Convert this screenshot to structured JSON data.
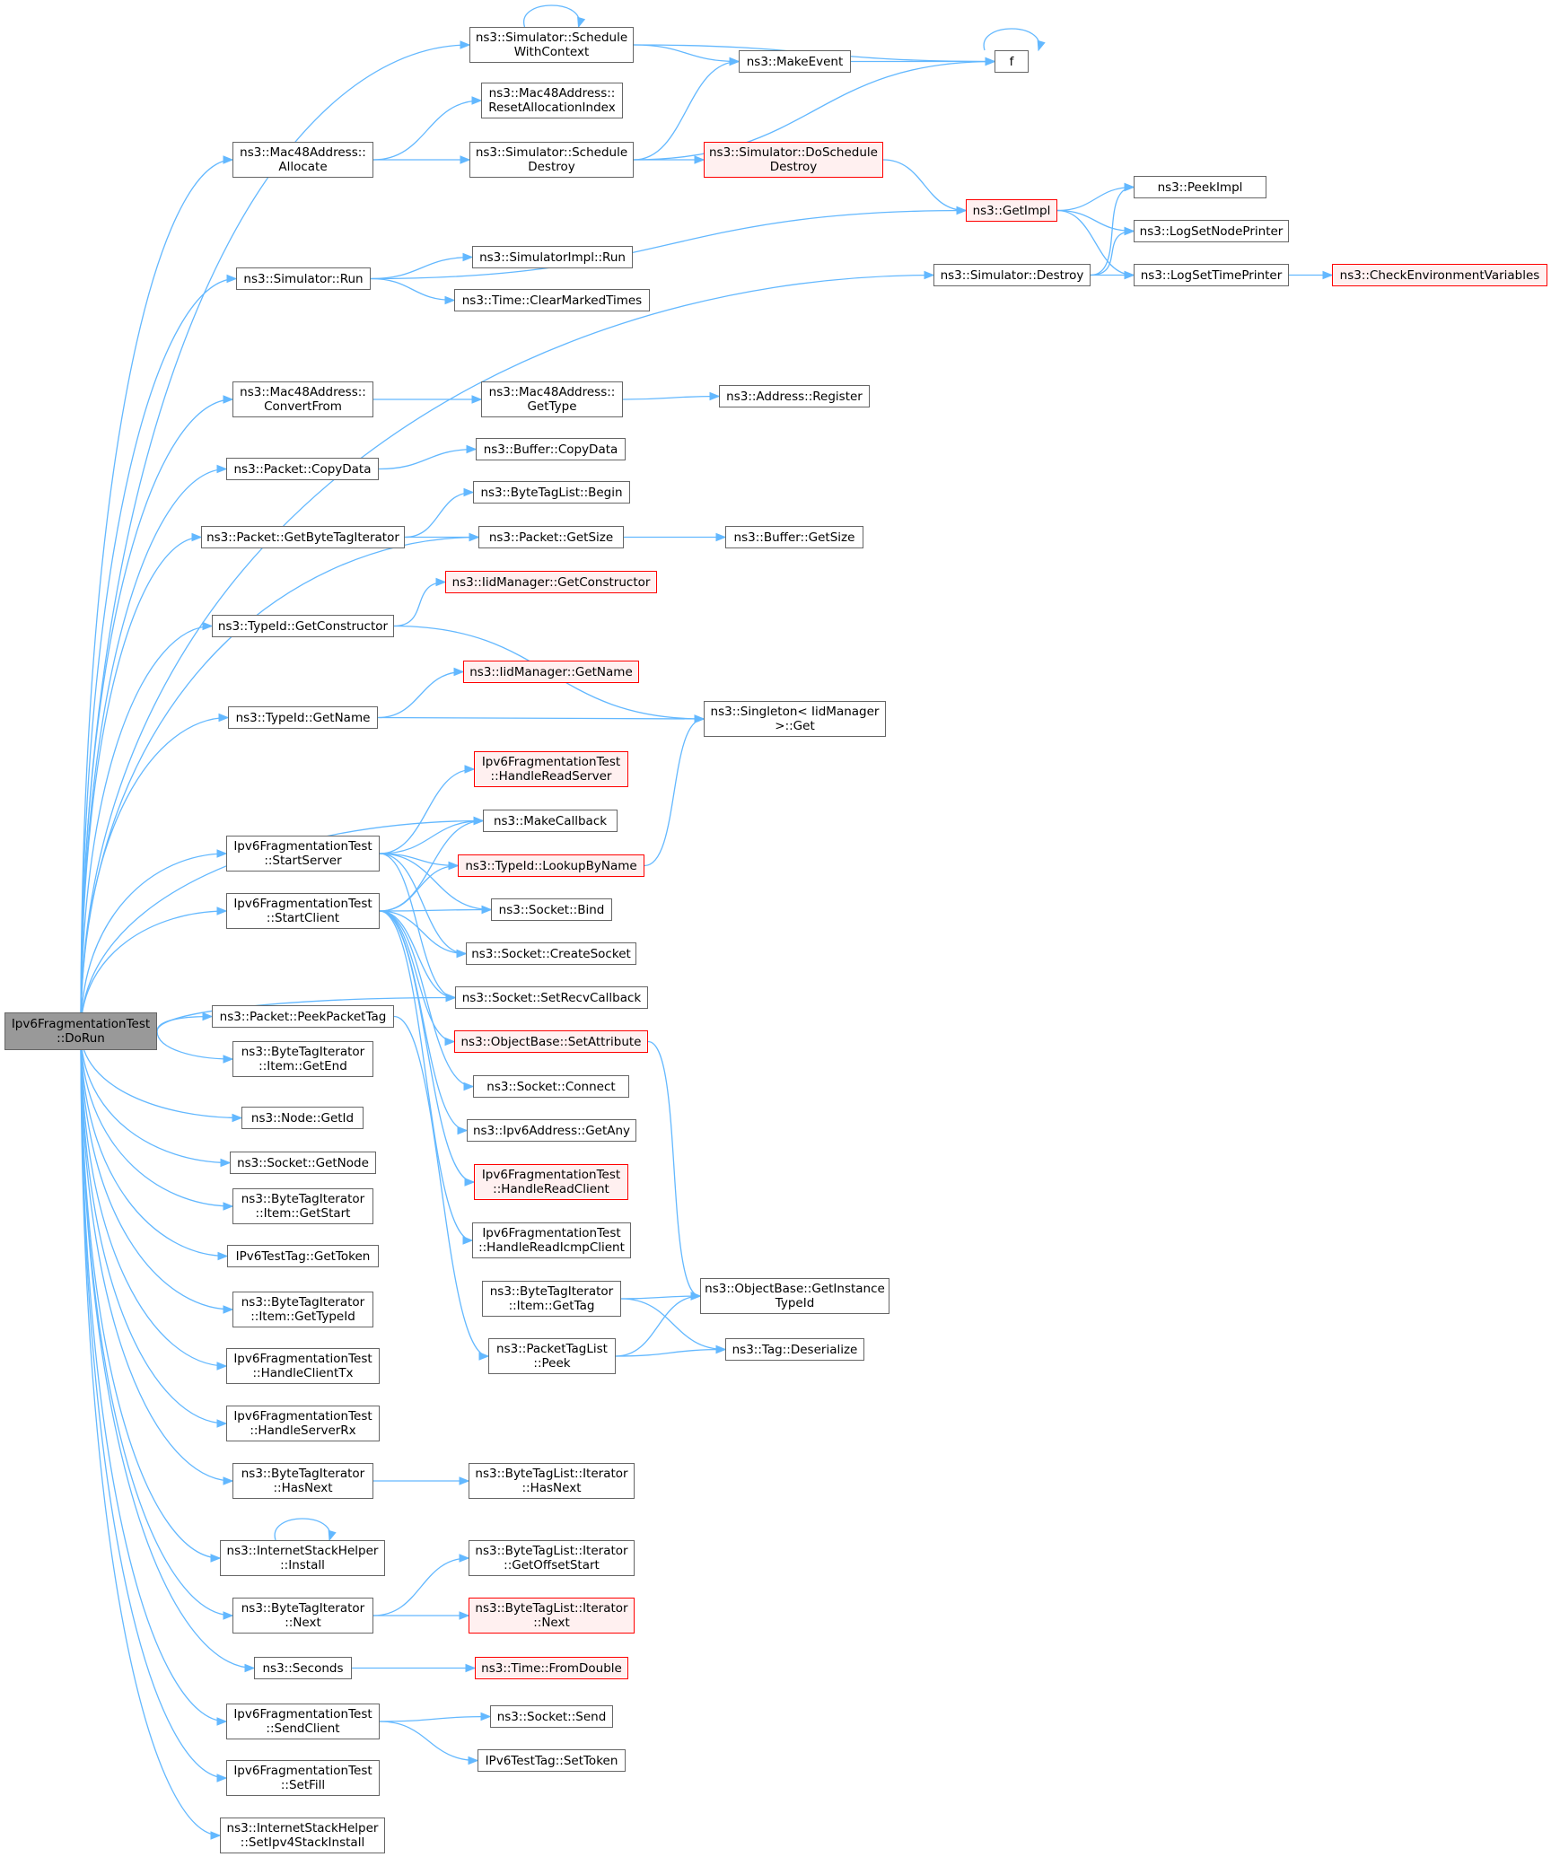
{
  "graph": {
    "root": "DoRun",
    "nodes": {
      "DoRun": {
        "lines": [
          "Ipv6FragmentationTest",
          "::DoRun"
        ],
        "style": "root"
      },
      "ScheduleWithContext": {
        "lines": [
          "ns3::Simulator::Schedule",
          "WithContext"
        ]
      },
      "MakeEvent": {
        "lines": [
          "ns3::MakeEvent"
        ]
      },
      "f": {
        "lines": [
          "f"
        ]
      },
      "ResetAllocationIndex": {
        "lines": [
          "ns3::Mac48Address::",
          "ResetAllocationIndex"
        ]
      },
      "Allocate": {
        "lines": [
          "ns3::Mac48Address::",
          "Allocate"
        ]
      },
      "ScheduleDestroy": {
        "lines": [
          "ns3::Simulator::Schedule",
          "Destroy"
        ]
      },
      "DoScheduleDestroy": {
        "lines": [
          "ns3::Simulator::DoSchedule",
          "Destroy"
        ],
        "style": "red"
      },
      "GetImpl": {
        "lines": [
          "ns3::GetImpl"
        ],
        "style": "red"
      },
      "PeekImpl": {
        "lines": [
          "ns3::PeekImpl"
        ]
      },
      "LogSetNodePrinter": {
        "lines": [
          "ns3::LogSetNodePrinter"
        ]
      },
      "LogSetTimePrinter": {
        "lines": [
          "ns3::LogSetTimePrinter"
        ]
      },
      "CheckEnvironmentVariables": {
        "lines": [
          "ns3::CheckEnvironmentVariables"
        ],
        "style": "red"
      },
      "SimRun": {
        "lines": [
          "ns3::Simulator::Run"
        ]
      },
      "SimImplRun": {
        "lines": [
          "ns3::SimulatorImpl::Run"
        ]
      },
      "ClearMarkedTimes": {
        "lines": [
          "ns3::Time::ClearMarkedTimes"
        ]
      },
      "SimDestroy": {
        "lines": [
          "ns3::Simulator::Destroy"
        ]
      },
      "ConvertFrom": {
        "lines": [
          "ns3::Mac48Address::",
          "ConvertFrom"
        ]
      },
      "MacGetType": {
        "lines": [
          "ns3::Mac48Address::",
          "GetType"
        ]
      },
      "AddrRegister": {
        "lines": [
          "ns3::Address::Register"
        ]
      },
      "PktCopyData": {
        "lines": [
          "ns3::Packet::CopyData"
        ]
      },
      "BufCopyData": {
        "lines": [
          "ns3::Buffer::CopyData"
        ]
      },
      "GetByteTagIterator": {
        "lines": [
          "ns3::Packet::GetByteTagIterator"
        ]
      },
      "BTLBegin": {
        "lines": [
          "ns3::ByteTagList::Begin"
        ]
      },
      "PktGetSize": {
        "lines": [
          "ns3::Packet::GetSize"
        ]
      },
      "BufGetSize": {
        "lines": [
          "ns3::Buffer::GetSize"
        ]
      },
      "IidGetConstructor": {
        "lines": [
          "ns3::IidManager::GetConstructor"
        ],
        "style": "red"
      },
      "TypeIdGetConstructor": {
        "lines": [
          "ns3::TypeId::GetConstructor"
        ]
      },
      "IidGetName": {
        "lines": [
          "ns3::IidManager::GetName"
        ],
        "style": "red"
      },
      "TypeIdGetName": {
        "lines": [
          "ns3::TypeId::GetName"
        ]
      },
      "SingletonGet": {
        "lines": [
          "ns3::Singleton< IidManager",
          ">::Get"
        ]
      },
      "HandleReadServer": {
        "lines": [
          "Ipv6FragmentationTest",
          "::HandleReadServer"
        ],
        "style": "red"
      },
      "MakeCallback": {
        "lines": [
          "ns3::MakeCallback"
        ]
      },
      "StartServer": {
        "lines": [
          "Ipv6FragmentationTest",
          "::StartServer"
        ]
      },
      "LookupByName": {
        "lines": [
          "ns3::TypeId::LookupByName"
        ],
        "style": "red"
      },
      "StartClient": {
        "lines": [
          "Ipv6FragmentationTest",
          "::StartClient"
        ]
      },
      "SocketBind": {
        "lines": [
          "ns3::Socket::Bind"
        ]
      },
      "CreateSocket": {
        "lines": [
          "ns3::Socket::CreateSocket"
        ]
      },
      "SetRecvCallback": {
        "lines": [
          "ns3::Socket::SetRecvCallback"
        ]
      },
      "PeekPacketTag": {
        "lines": [
          "ns3::Packet::PeekPacketTag"
        ]
      },
      "SetAttribute": {
        "lines": [
          "ns3::ObjectBase::SetAttribute"
        ],
        "style": "red"
      },
      "ItemGetEnd": {
        "lines": [
          "ns3::ByteTagIterator",
          "::Item::GetEnd"
        ]
      },
      "SocketConnect": {
        "lines": [
          "ns3::Socket::Connect"
        ]
      },
      "NodeGetId": {
        "lines": [
          "ns3::Node::GetId"
        ]
      },
      "GetAny": {
        "lines": [
          "ns3::Ipv6Address::GetAny"
        ]
      },
      "SocketGetNode": {
        "lines": [
          "ns3::Socket::GetNode"
        ]
      },
      "HandleReadClient": {
        "lines": [
          "Ipv6FragmentationTest",
          "::HandleReadClient"
        ],
        "style": "red"
      },
      "ItemGetStart": {
        "lines": [
          "ns3::ByteTagIterator",
          "::Item::GetStart"
        ]
      },
      "HandleReadIcmpClient": {
        "lines": [
          "Ipv6FragmentationTest",
          "::HandleReadIcmpClient"
        ]
      },
      "GetToken": {
        "lines": [
          "IPv6TestTag::GetToken"
        ]
      },
      "ItemGetTag": {
        "lines": [
          "ns3::ByteTagIterator",
          "::Item::GetTag"
        ]
      },
      "GetInstanceTypeId": {
        "lines": [
          "ns3::ObjectBase::GetInstance",
          "TypeId"
        ]
      },
      "ItemGetTypeId": {
        "lines": [
          "ns3::ByteTagIterator",
          "::Item::GetTypeId"
        ]
      },
      "PTLPeek": {
        "lines": [
          "ns3::PacketTagList",
          "::Peek"
        ]
      },
      "TagDeserialize": {
        "lines": [
          "ns3::Tag::Deserialize"
        ]
      },
      "HandleClientTx": {
        "lines": [
          "Ipv6FragmentationTest",
          "::HandleClientTx"
        ]
      },
      "HandleServerRx": {
        "lines": [
          "Ipv6FragmentationTest",
          "::HandleServerRx"
        ]
      },
      "BTIHasNext": {
        "lines": [
          "ns3::ByteTagIterator",
          "::HasNext"
        ]
      },
      "BTLIterHasNext": {
        "lines": [
          "ns3::ByteTagList::Iterator",
          "::HasNext"
        ]
      },
      "Install": {
        "lines": [
          "ns3::InternetStackHelper",
          "::Install"
        ]
      },
      "GetOffsetStart": {
        "lines": [
          "ns3::ByteTagList::Iterator",
          "::GetOffsetStart"
        ]
      },
      "BTINext": {
        "lines": [
          "ns3::ByteTagIterator",
          "::Next"
        ]
      },
      "BTLIterNext": {
        "lines": [
          "ns3::ByteTagList::Iterator",
          "::Next"
        ],
        "style": "red"
      },
      "Seconds": {
        "lines": [
          "ns3::Seconds"
        ]
      },
      "FromDouble": {
        "lines": [
          "ns3::Time::FromDouble"
        ],
        "style": "red"
      },
      "SendClient": {
        "lines": [
          "Ipv6FragmentationTest",
          "::SendClient"
        ]
      },
      "SocketSend": {
        "lines": [
          "ns3::Socket::Send"
        ]
      },
      "SetToken": {
        "lines": [
          "IPv6TestTag::SetToken"
        ]
      },
      "SetFill": {
        "lines": [
          "Ipv6FragmentationTest",
          "::SetFill"
        ]
      },
      "SetIpv4StackInstall": {
        "lines": [
          "ns3::InternetStackHelper",
          "::SetIpv4StackInstall"
        ]
      }
    },
    "edges": [
      [
        "DoRun",
        "ScheduleWithContext"
      ],
      [
        "DoRun",
        "Allocate"
      ],
      [
        "DoRun",
        "SimRun"
      ],
      [
        "DoRun",
        "SimDestroy"
      ],
      [
        "DoRun",
        "ConvertFrom"
      ],
      [
        "DoRun",
        "PktCopyData"
      ],
      [
        "DoRun",
        "GetByteTagIterator"
      ],
      [
        "DoRun",
        "PktGetSize"
      ],
      [
        "DoRun",
        "TypeIdGetConstructor"
      ],
      [
        "DoRun",
        "TypeIdGetName"
      ],
      [
        "DoRun",
        "MakeCallback"
      ],
      [
        "DoRun",
        "StartServer"
      ],
      [
        "DoRun",
        "StartClient"
      ],
      [
        "DoRun",
        "SetRecvCallback"
      ],
      [
        "DoRun",
        "PeekPacketTag"
      ],
      [
        "DoRun",
        "ItemGetEnd"
      ],
      [
        "DoRun",
        "NodeGetId"
      ],
      [
        "DoRun",
        "SocketGetNode"
      ],
      [
        "DoRun",
        "ItemGetStart"
      ],
      [
        "DoRun",
        "GetToken"
      ],
      [
        "DoRun",
        "ItemGetTypeId"
      ],
      [
        "DoRun",
        "HandleClientTx"
      ],
      [
        "DoRun",
        "HandleServerRx"
      ],
      [
        "DoRun",
        "BTIHasNext"
      ],
      [
        "DoRun",
        "Install"
      ],
      [
        "DoRun",
        "BTINext"
      ],
      [
        "DoRun",
        "Seconds"
      ],
      [
        "DoRun",
        "SendClient"
      ],
      [
        "DoRun",
        "SetFill"
      ],
      [
        "DoRun",
        "SetIpv4StackInstall"
      ],
      [
        "ScheduleWithContext",
        "ScheduleWithContext"
      ],
      [
        "ScheduleWithContext",
        "MakeEvent"
      ],
      [
        "ScheduleWithContext",
        "f"
      ],
      [
        "MakeEvent",
        "f"
      ],
      [
        "f",
        "f"
      ],
      [
        "Allocate",
        "ResetAllocationIndex"
      ],
      [
        "Allocate",
        "ScheduleDestroy"
      ],
      [
        "ScheduleDestroy",
        "MakeEvent"
      ],
      [
        "ScheduleDestroy",
        "f"
      ],
      [
        "ScheduleDestroy",
        "DoScheduleDestroy"
      ],
      [
        "DoScheduleDestroy",
        "GetImpl"
      ],
      [
        "GetImpl",
        "PeekImpl"
      ],
      [
        "GetImpl",
        "LogSetNodePrinter"
      ],
      [
        "GetImpl",
        "LogSetTimePrinter"
      ],
      [
        "SimRun",
        "GetImpl"
      ],
      [
        "SimRun",
        "SimImplRun"
      ],
      [
        "SimRun",
        "ClearMarkedTimes"
      ],
      [
        "SimDestroy",
        "PeekImpl"
      ],
      [
        "SimDestroy",
        "LogSetNodePrinter"
      ],
      [
        "SimDestroy",
        "LogSetTimePrinter"
      ],
      [
        "LogSetTimePrinter",
        "CheckEnvironmentVariables"
      ],
      [
        "ConvertFrom",
        "MacGetType"
      ],
      [
        "MacGetType",
        "AddrRegister"
      ],
      [
        "PktCopyData",
        "BufCopyData"
      ],
      [
        "GetByteTagIterator",
        "BTLBegin"
      ],
      [
        "GetByteTagIterator",
        "PktGetSize"
      ],
      [
        "PktGetSize",
        "BufGetSize"
      ],
      [
        "TypeIdGetConstructor",
        "IidGetConstructor"
      ],
      [
        "TypeIdGetConstructor",
        "SingletonGet"
      ],
      [
        "TypeIdGetName",
        "IidGetName"
      ],
      [
        "TypeIdGetName",
        "SingletonGet"
      ],
      [
        "StartServer",
        "HandleReadServer"
      ],
      [
        "StartServer",
        "MakeCallback"
      ],
      [
        "StartServer",
        "LookupByName"
      ],
      [
        "StartServer",
        "SocketBind"
      ],
      [
        "StartServer",
        "CreateSocket"
      ],
      [
        "StartServer",
        "SetRecvCallback"
      ],
      [
        "LookupByName",
        "SingletonGet"
      ],
      [
        "StartClient",
        "MakeCallback"
      ],
      [
        "StartClient",
        "LookupByName"
      ],
      [
        "StartClient",
        "SocketBind"
      ],
      [
        "StartClient",
        "CreateSocket"
      ],
      [
        "StartClient",
        "SetRecvCallback"
      ],
      [
        "StartClient",
        "SetAttribute"
      ],
      [
        "StartClient",
        "SocketConnect"
      ],
      [
        "StartClient",
        "GetAny"
      ],
      [
        "StartClient",
        "HandleReadClient"
      ],
      [
        "StartClient",
        "HandleReadIcmpClient"
      ],
      [
        "SetAttribute",
        "GetInstanceTypeId"
      ],
      [
        "PeekPacketTag",
        "PTLPeek"
      ],
      [
        "ItemGetTag",
        "GetInstanceTypeId"
      ],
      [
        "ItemGetTag",
        "TagDeserialize"
      ],
      [
        "PTLPeek",
        "GetInstanceTypeId"
      ],
      [
        "PTLPeek",
        "TagDeserialize"
      ],
      [
        "BTIHasNext",
        "BTLIterHasNext"
      ],
      [
        "Install",
        "Install"
      ],
      [
        "BTINext",
        "GetOffsetStart"
      ],
      [
        "BTINext",
        "BTLIterNext"
      ],
      [
        "Seconds",
        "FromDouble"
      ],
      [
        "SendClient",
        "SocketSend"
      ],
      [
        "SendClient",
        "SetToken"
      ]
    ]
  }
}
